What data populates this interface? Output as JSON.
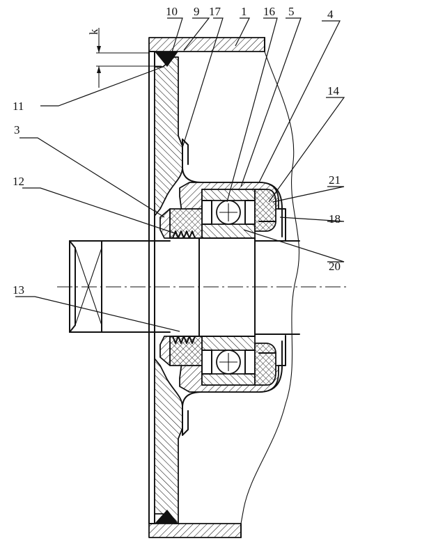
{
  "labels": {
    "n10": "10",
    "n9": "9",
    "n17": "17",
    "n1": "1",
    "n16": "16",
    "n5": "5",
    "n4": "4",
    "k": "k",
    "n11": "11",
    "n14": "14",
    "n3": "3",
    "n12": "12",
    "n21": "21",
    "n18": "18",
    "n20": "20",
    "n13": "13"
  }
}
